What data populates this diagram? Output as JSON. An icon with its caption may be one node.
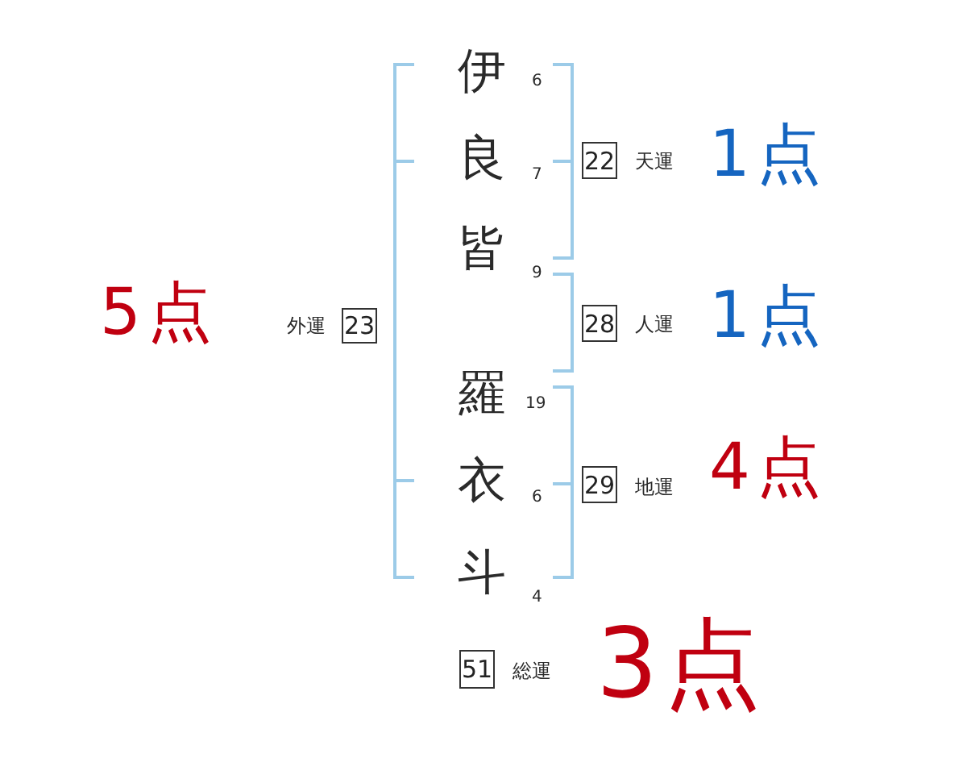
{
  "diagram": {
    "nodes": [
      {
        "text": [
          "22"
        ],
        "beside": [
          "天運",
          "1点"
        ]
      },
      {
        "text": [
          "23"
        ],
        "beside": [
          "外運",
          "5点"
        ]
      },
      {
        "text": [
          "28"
        ],
        "beside": [
          "人運",
          "1点"
        ]
      },
      {
        "text": [
          "29"
        ],
        "beside": [
          "地運",
          "4点"
        ]
      },
      {
        "text": [
          "51"
        ],
        "beside": [
          "総運",
          "3点"
        ]
      }
    ],
    "labels": [
      "伊",
      "6",
      "良",
      "7",
      "皆",
      "9",
      "羅",
      "19",
      "衣",
      "6",
      "斗",
      "4"
    ]
  }
}
